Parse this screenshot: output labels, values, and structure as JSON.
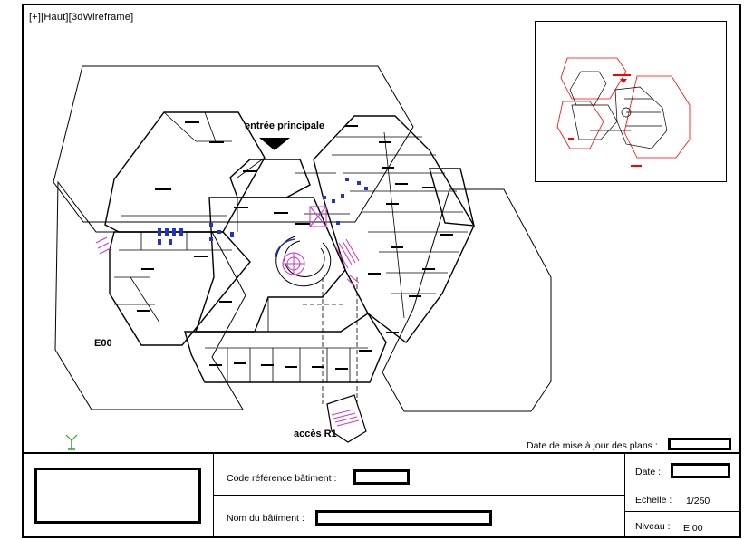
{
  "viewport": {
    "label": "[+][Haut][3dWireframe]"
  },
  "plan": {
    "entrance_label": "entrée principale",
    "level_label": "E00",
    "access_label": "accès R1",
    "update_date_label": "Date de mise à jour des plans :"
  },
  "title_block": {
    "building_code_label": "Code référence bâtiment :",
    "building_name_label": "Nom du bâtiment :",
    "date_label": "Date :",
    "scale_label": "Echelle :",
    "scale_value": "1/250",
    "level_label": "Niveau :",
    "level_value": "E 00"
  },
  "colors": {
    "line": "#000000",
    "stair_magenta": "#cc33cc",
    "equipment_blue": "#2233cc",
    "minimap_outline": "#ff0000"
  },
  "icons": {
    "ucs": "ucs-axis-icon",
    "entrance_arrow": "triangle-down-icon"
  }
}
